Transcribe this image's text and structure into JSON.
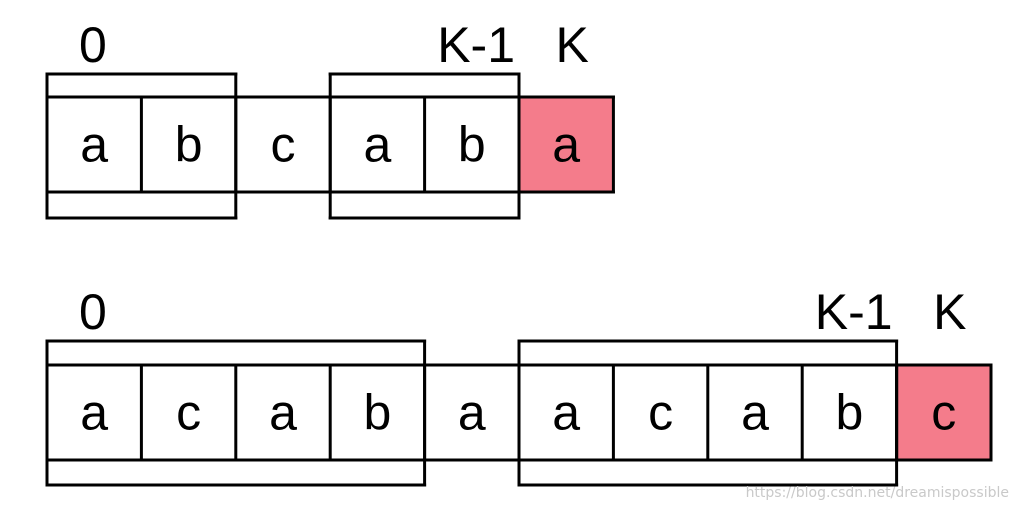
{
  "colors": {
    "stroke": "#000000",
    "highlight": "#f47c8b",
    "background": "#ffffff"
  },
  "diagrams": [
    {
      "cells": [
        "a",
        "b",
        "c",
        "a",
        "b",
        "a"
      ],
      "highlight_index": 5,
      "brackets": [
        {
          "from": 0,
          "to": 1
        },
        {
          "from": 3,
          "to": 4
        }
      ],
      "labels": [
        {
          "text": "0",
          "cell": 0,
          "anchor": "start"
        },
        {
          "text": "K-1",
          "cell": 4,
          "anchor": "end"
        },
        {
          "text": "K",
          "cell": 5,
          "anchor": "middle"
        }
      ]
    },
    {
      "cells": [
        "a",
        "c",
        "a",
        "b",
        "a",
        "a",
        "c",
        "a",
        "b",
        "c"
      ],
      "highlight_index": 9,
      "brackets": [
        {
          "from": 0,
          "to": 3
        },
        {
          "from": 5,
          "to": 8
        }
      ],
      "labels": [
        {
          "text": "0",
          "cell": 0,
          "anchor": "start"
        },
        {
          "text": "K-1",
          "cell": 8,
          "anchor": "end"
        },
        {
          "text": "K",
          "cell": 9,
          "anchor": "middle"
        }
      ]
    }
  ],
  "watermark": "https://blog.csdn.net/dreamispossible"
}
